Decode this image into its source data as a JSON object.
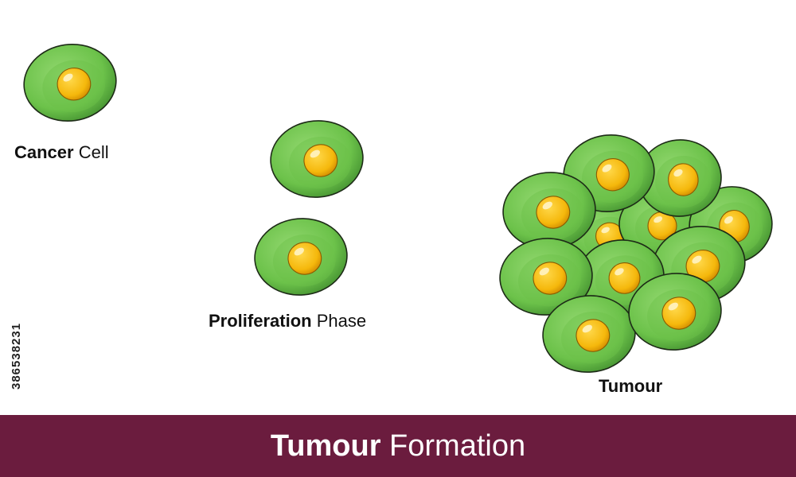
{
  "labels": {
    "cancer": {
      "bold": "Cancer",
      "rest": "Cell"
    },
    "proliferation": {
      "bold": "Proliferation",
      "rest": "Phase"
    },
    "tumour": "Tumour"
  },
  "stock_id": "386538231",
  "title": {
    "bold": "Tumour",
    "rest": "Formation"
  },
  "colors": {
    "cell_light": "#93d870",
    "cell_mid": "#6cc24a",
    "cell_dark": "#3e8a2d",
    "outline": "#1d2b17",
    "nucleus": "#f5b80c",
    "nucleus_edge": "#d08a00",
    "nucleus_highlight": "#fff3c4",
    "title_bar": "#6b1c3e"
  }
}
